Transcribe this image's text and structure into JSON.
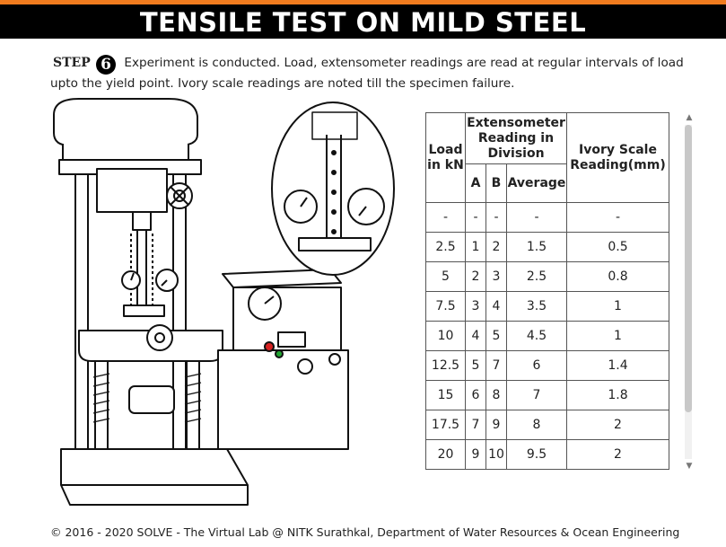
{
  "header": {
    "title": "TENSILE TEST ON MILD STEEL"
  },
  "step": {
    "label": "STEP",
    "number": "6",
    "text": "Experiment is conducted. Load, extensometer readings are read at regular intervals of load upto the yield point. Ivory scale readings are noted till the specimen failure."
  },
  "table": {
    "col_load": "Load in kN",
    "col_ext": "Extensometer Reading in Division",
    "col_ivory": "Ivory Scale Reading(mm)",
    "sub_a": "A",
    "sub_b": "B",
    "sub_avg": "Average",
    "rows": [
      [
        "-",
        "-",
        "-",
        "-",
        "-"
      ],
      [
        "2.5",
        "1",
        "2",
        "1.5",
        "0.5"
      ],
      [
        "5",
        "2",
        "3",
        "2.5",
        "0.8"
      ],
      [
        "7.5",
        "3",
        "4",
        "3.5",
        "1"
      ],
      [
        "10",
        "4",
        "5",
        "4.5",
        "1"
      ],
      [
        "12.5",
        "5",
        "7",
        "6",
        "1.4"
      ],
      [
        "15",
        "6",
        "8",
        "7",
        "1.8"
      ],
      [
        "17.5",
        "7",
        "9",
        "8",
        "2"
      ],
      [
        "20",
        "9",
        "10",
        "9.5",
        "2"
      ]
    ]
  },
  "icons": {
    "scroll_up": "chevron-up-icon",
    "scroll_down": "chevron-down-icon",
    "machine": "universal-testing-machine-illustration"
  },
  "colors": {
    "accent": "#f07b1e",
    "title_bg": "#000000",
    "button_red": "#d62222",
    "button_green": "#22a532"
  },
  "footer": {
    "text": "© 2016 - 2020 SOLVE - The Virtual Lab @ NITK Surathkal, Department of Water Resources & Ocean Engineering"
  }
}
